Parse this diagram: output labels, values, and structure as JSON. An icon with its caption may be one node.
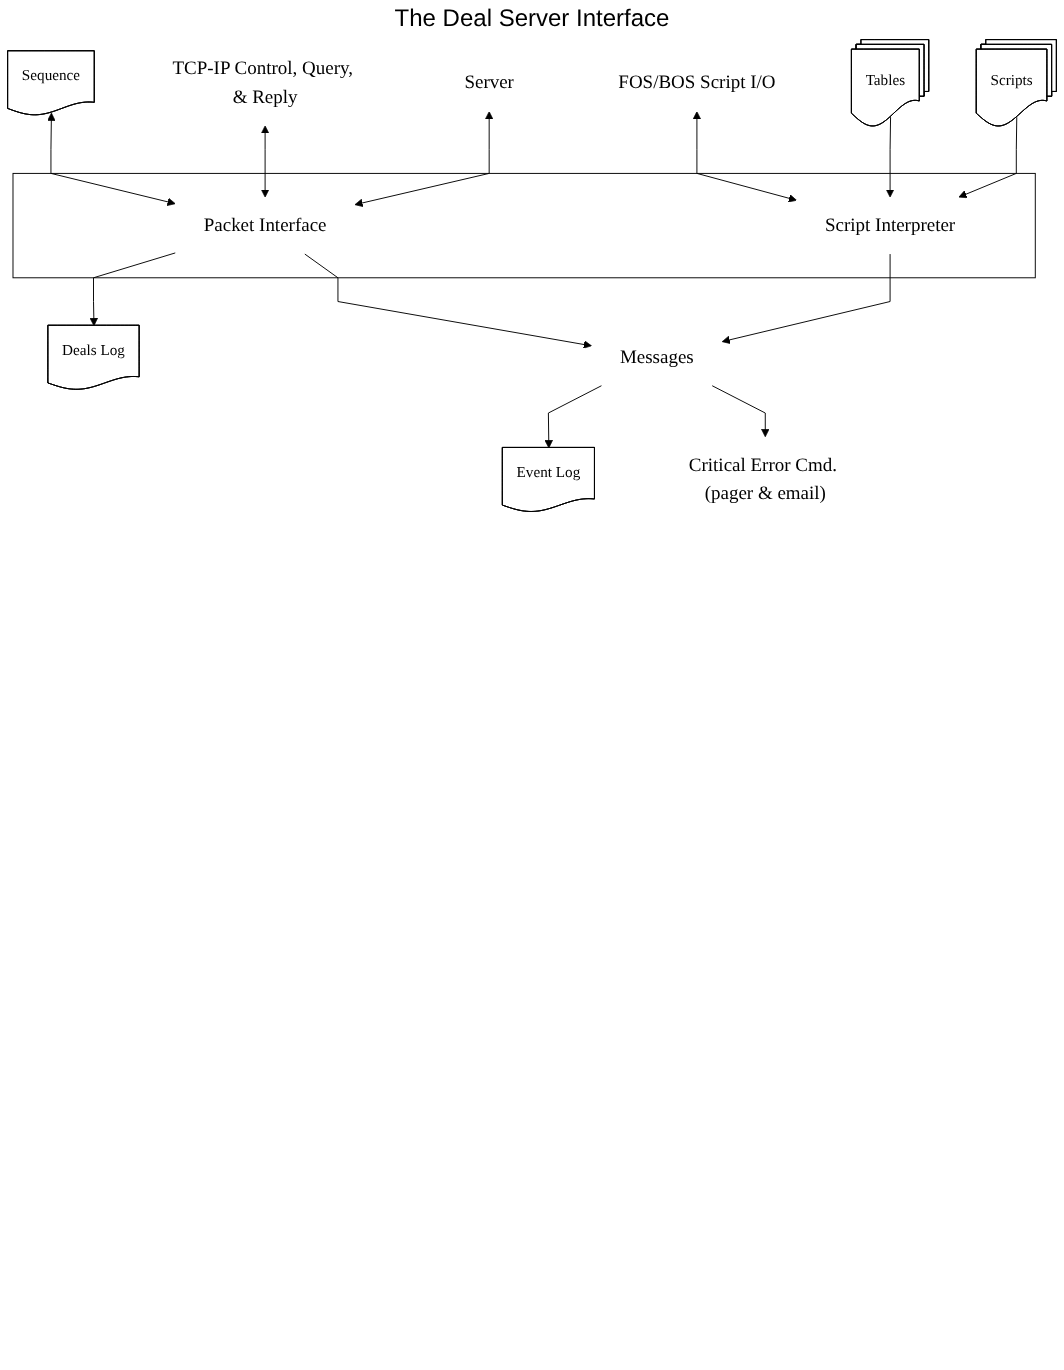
{
  "diagram": {
    "title": "The Deal Server Interface",
    "nodes": [
      {
        "text": [
          "Deals Log"
        ]
      },
      {
        "text": [
          "Sequence"
        ]
      },
      {
        "text": [
          "TCP-IP Control, Query, & Reply"
        ]
      },
      {
        "text": [
          "Server"
        ]
      },
      {
        "text": [],
        "shape": "box"
      },
      {
        "text": [
          "Packet Interface"
        ],
        "in": 4
      },
      {
        "text": [
          "Script Interpreter"
        ],
        "in": 4
      },
      {
        "text": [
          "FOS/BOS Script I/O"
        ]
      },
      {
        "text": [
          "Messages"
        ]
      },
      {
        "text": [
          "Event Log"
        ]
      },
      {
        "text": [
          "Critical Error Cmd. (pager & email)"
        ]
      },
      {
        "text": [
          "Tables"
        ]
      },
      {
        "text": [
          "Scripts"
        ]
      }
    ],
    "edges": [
      {
        "from": 5,
        "to": 0,
        "arrow": "to"
      },
      {
        "from": 1,
        "to": 5,
        "arrow": "both"
      },
      {
        "from": 2,
        "to": 5,
        "arrow": "both"
      },
      {
        "from": 3,
        "to": 5,
        "arrow": "both"
      },
      {
        "from": 7,
        "to": 6,
        "arrow": "both"
      },
      {
        "from": 5,
        "to": 8,
        "arrow": "to"
      },
      {
        "from": 6,
        "to": 8,
        "arrow": "to"
      },
      {
        "from": 11,
        "to": 6,
        "arrow": "to"
      },
      {
        "from": 12,
        "to": 6,
        "arrow": "to"
      },
      {
        "from": 8,
        "to": 9,
        "arrow": "to"
      },
      {
        "from": 8,
        "to": 10,
        "arrow": "to"
      }
    ]
  }
}
